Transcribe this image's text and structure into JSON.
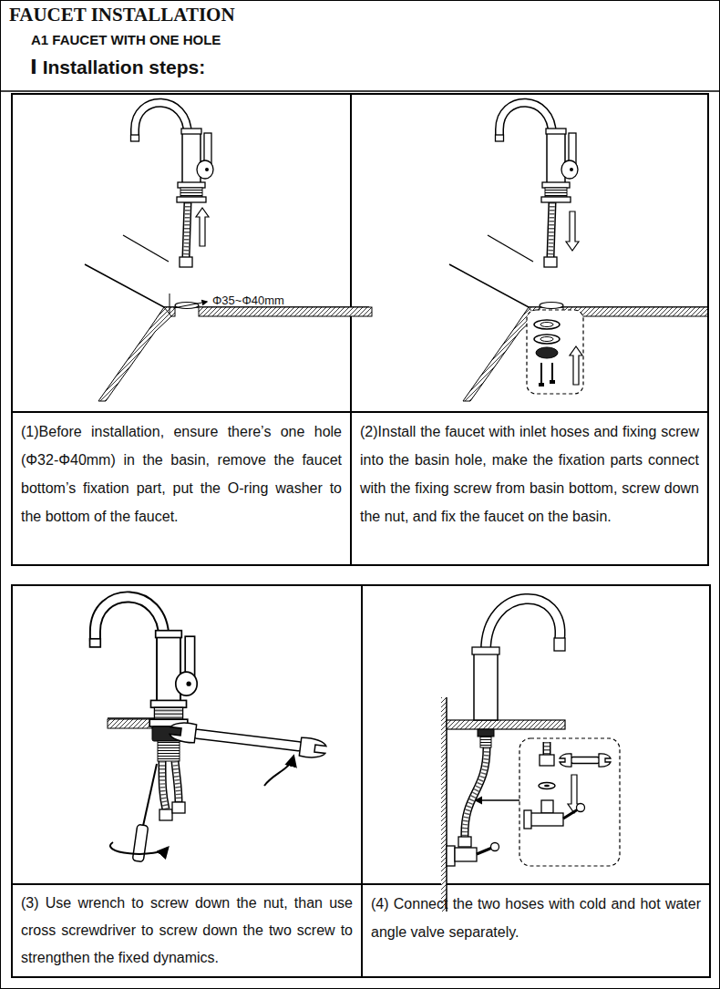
{
  "diagram": {
    "title": "FAUCET INSTALLATION",
    "nodes": [
      {
        "text": [
          "(1)Before installation, ensure there’s one hole (Φ32-Φ40mm) in the basin, remove the faucet bottom’s fixation part, put the O-ring washer to the bottom of the faucet."
        ]
      },
      {
        "text": [
          "(2)Install the faucet with inlet hoses and fixing screw into the basin hole, make the fixation parts connect with the fixing screw from basin bottom, screw down the nut, and fix the faucet on the basin."
        ]
      },
      {
        "text": [
          "(3) Use wrench to screw down the nut, than use cross screwdriver to screw down the two screw to strengthen the fixed dynamics."
        ]
      },
      {
        "text": [
          "(4) Connect the two hoses with cold and hot water angle valve separately."
        ]
      }
    ],
    "labels": [
      "A1 FAUCET WITH ONE HOLE",
      "Ⅰ Installation steps:",
      "Φ35~Φ40mm"
    ]
  }
}
